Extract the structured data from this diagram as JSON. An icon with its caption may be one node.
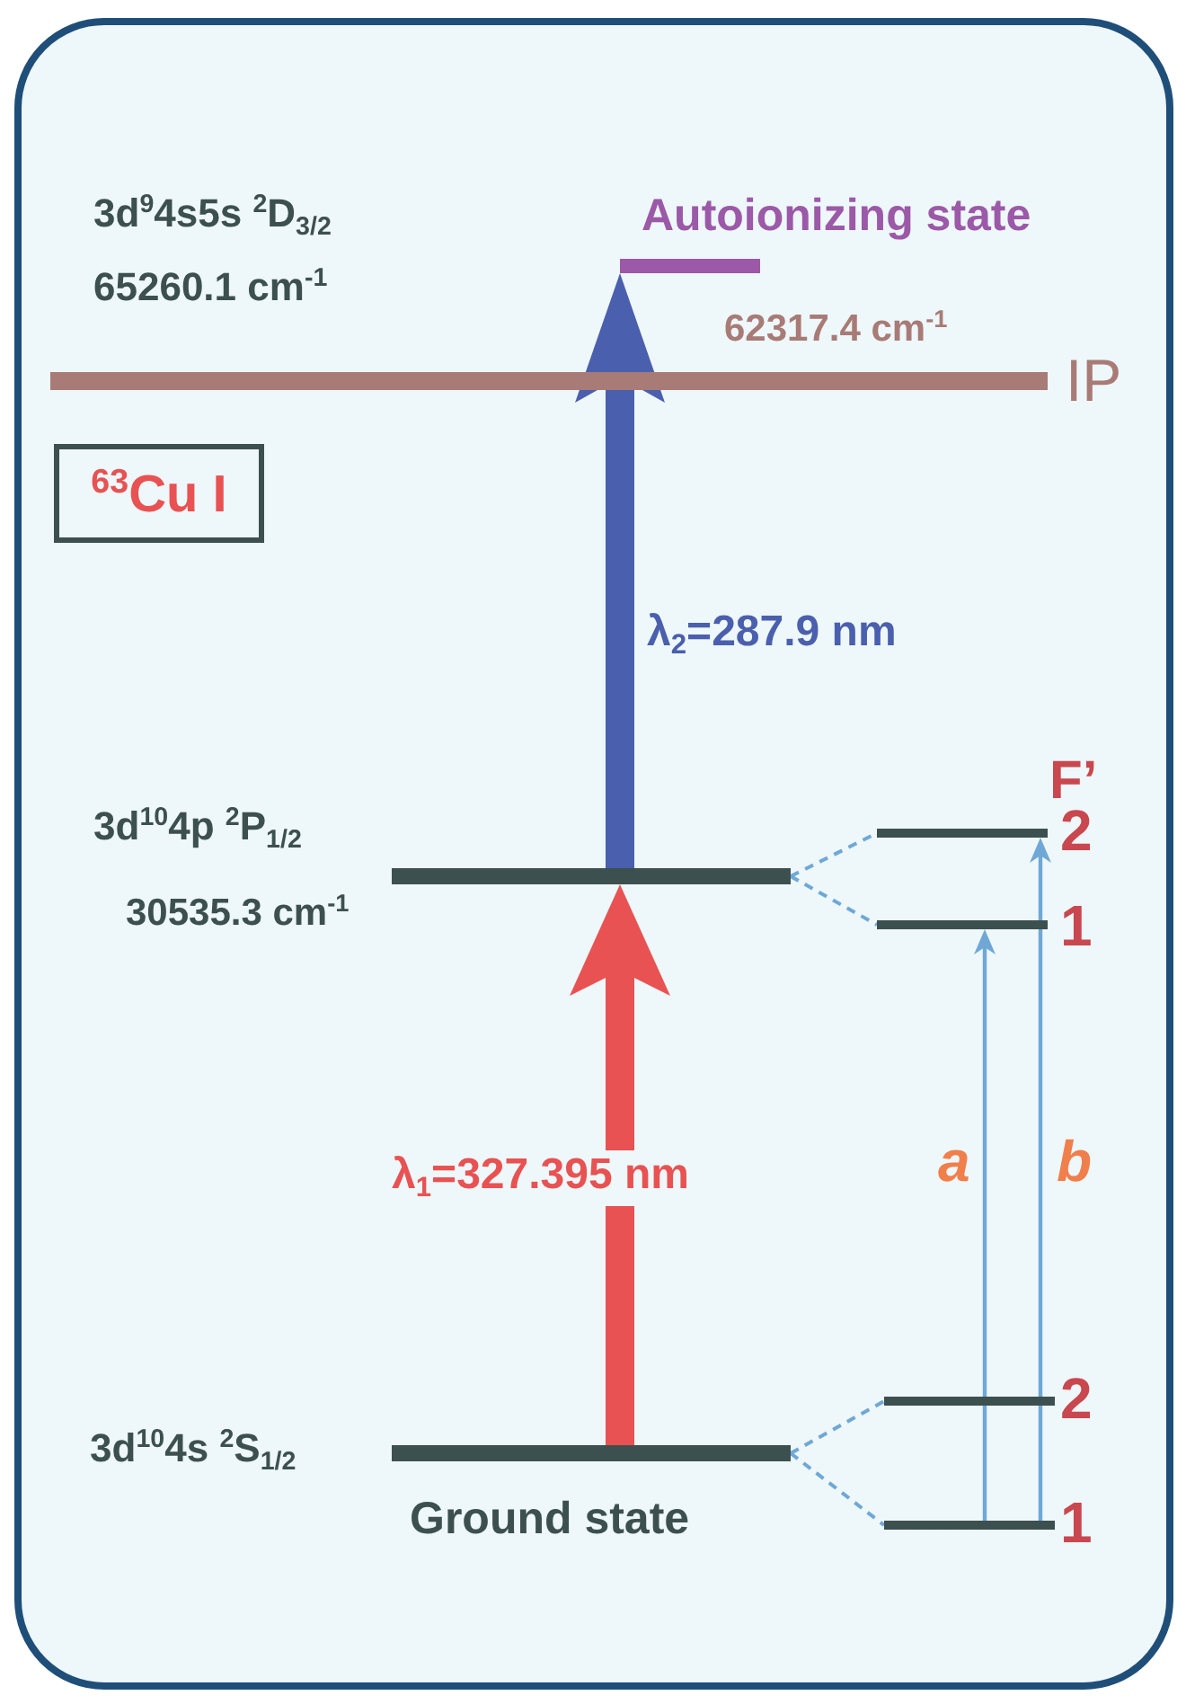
{
  "diagram": {
    "nodes": [
      {
        "text": [],
        "shape": "bar",
        "beside": [
          "Autoionizing state"
        ]
      },
      {
        "text": [
          "IP"
        ],
        "beside": [
          "62317.4 cm$^{-1}$"
        ]
      },
      {
        "text": [
          "$^{63}$Cu I"
        ]
      },
      {
        "text": [
          "3d$^{10}$4p $^{2}$P$_{1/2}$",
          "30535.3 cm$^{-1}$"
        ]
      },
      {
        "text": [
          "3d$^{10}$4s $^{2}$S$_{1/2}$",
          "Ground state"
        ]
      },
      {
        "text": [
          "2"
        ]
      },
      {
        "text": [
          "1"
        ]
      },
      {
        "text": [
          "2"
        ]
      },
      {
        "text": [
          "1"
        ]
      }
    ],
    "edges": [
      {
        "from": 4,
        "to": 3,
        "arrow": "to",
        "label": "λ$_{1}$=327.395 nm",
        "style": "thick",
        "color": "#e85252"
      },
      {
        "from": 3,
        "to": 0,
        "arrow": "to",
        "label": "λ$_{2}$=287.9 nm",
        "style": "thick",
        "color": "#4a5fad"
      },
      {
        "from": 3,
        "to": 5,
        "arrow": "none",
        "style": "dashed"
      },
      {
        "from": 3,
        "to": 6,
        "arrow": "none",
        "style": "dashed"
      },
      {
        "from": 4,
        "to": 7,
        "arrow": "none",
        "style": "dashed"
      },
      {
        "from": 4,
        "to": 8,
        "arrow": "none",
        "style": "dashed"
      },
      {
        "from": 8,
        "to": 6,
        "arrow": "to",
        "label": "a"
      },
      {
        "from": 8,
        "to": 5,
        "arrow": "to",
        "label": "b"
      }
    ],
    "labels": [
      "3d$^{9}$4s5s $^{2}$D$_{3/2}$",
      "65260.1 cm$^{-1}$",
      "F’"
    ]
  }
}
